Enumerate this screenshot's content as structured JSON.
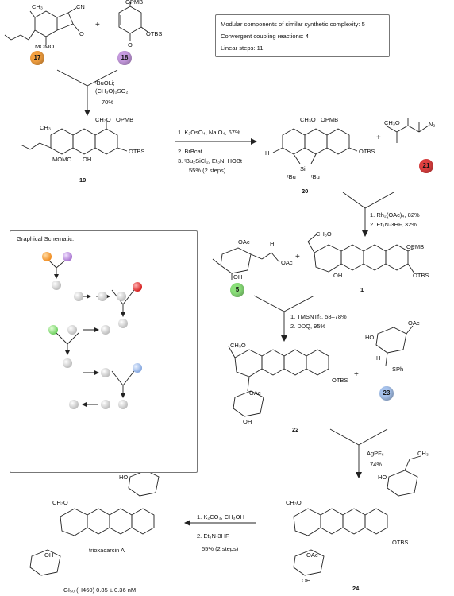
{
  "info_box": {
    "line1": "Modular components of similar synthetic complexity: 5",
    "line2": "Convergent coupling reactions: 4",
    "line3": "Linear steps: 11"
  },
  "schematic": {
    "title": "Graphical Schematic:"
  },
  "compounds": {
    "c17": "17",
    "c18": "18",
    "c19": "19",
    "c20": "20",
    "c21": "21",
    "c1": "1",
    "c5": "5",
    "c22": "22",
    "c23": "23",
    "c24": "24"
  },
  "badge_colors": {
    "c17": "#f4a040",
    "c18": "#c79be0",
    "c21": "#e04040",
    "c5": "#8be07a",
    "c23": "#a8c4ee"
  },
  "step1": {
    "reagent1": "ᵗBuOLi;",
    "reagent2": "(CH₃O)₂SO₂",
    "yield": "70%"
  },
  "step2": {
    "line1": "1. K₂OsO₄, NaIO₄, 67%",
    "line2": "2. BrBcat",
    "line3": "3. ᵗBu₂SiCl₂, Et₃N, HOBt",
    "line4": "55% (2 steps)"
  },
  "step3": {
    "line1": "1. Rh₂(OAc)₄, 82%",
    "line2": "2. Et₃N·3HF, 32%"
  },
  "step4": {
    "line1": "1. TMSNTf₂, 58–78%",
    "line2": "2. DDQ, 95%"
  },
  "step5": {
    "line1": "AgPF₆",
    "line2": "74%"
  },
  "step6": {
    "line1": "1. K₂CO₃, CH₃OH",
    "line2": "2. Et₃N·3HF",
    "line3": "55% (2 steps)"
  },
  "product": {
    "name": "trioxacarcin A",
    "activity": "GI₅₀ (H460) 0.85 ± 0.36 nM"
  },
  "labels": {
    "plus": "+",
    "momo": "MOMO",
    "o": "O",
    "cn": "CN",
    "opmb": "OPMB",
    "otbs": "OTBS",
    "ch3o": "CH₃O",
    "oh": "OH",
    "h": "H",
    "tbu": "ᵗBu",
    "si": "Si",
    "n2": "N₂",
    "oac": "OAc",
    "sph": "SPh",
    "ho": "HO",
    "h3c": "H₃C",
    "ch3": "CH₃",
    "acetyl": "CH₃"
  }
}
